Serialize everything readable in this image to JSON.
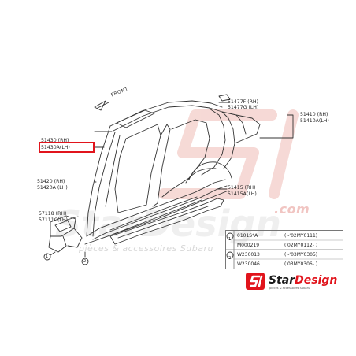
{
  "labels": {
    "front": "FRONT",
    "p51477f_rh": "51477F (RH)",
    "p51477g_lh": "51477G (LH)",
    "p51410_rh": "51410 (RH)",
    "p51410a_lh": "51410A(LH)",
    "p51430_rh": "51430 (RH)",
    "p51430a_lh": "51430A(LH)",
    "p51420_rh": "51420 (RH)",
    "p51420a_lh": "51420A (LH)",
    "p51415_rh": "51415 (RH)",
    "p51415a_lh": "51415A(LH)",
    "p57118_rh": "57118 (RH)",
    "p57111c_lh": "57111C(LH)",
    "callout_1": "1",
    "callout_2": "2",
    "legend_num_1": "1",
    "legend_num_2": "2"
  },
  "legend": {
    "rows": [
      {
        "code": "0101S*A",
        "range": "( -'02MY0111)"
      },
      {
        "code": "M000219",
        "range": "('02MY0112- )"
      },
      {
        "code": "W230013",
        "range": "( -'03MY0305)"
      },
      {
        "code": "W230046",
        "range": "('03MY0306- )"
      }
    ]
  },
  "branding": {
    "logo_text": "StarDesign",
    "logo_sub": "pièces & accessoires Subaru",
    "watermark_com": ".com",
    "watermark_slogan": "pièces & accessoires Subaru",
    "brand_color": "#e1141c",
    "watermark_color": "#f3c9c6"
  },
  "highlight": {
    "target": "51430A(LH)",
    "color": "#e1141c"
  }
}
